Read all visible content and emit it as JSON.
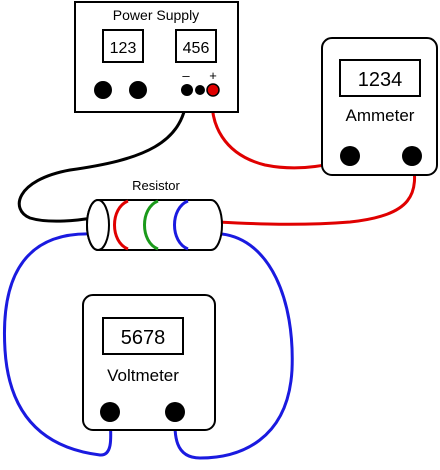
{
  "power_supply": {
    "title": "Power Supply",
    "display_left": "123",
    "display_right": "456",
    "minus_label": "–",
    "plus_label": "+"
  },
  "ammeter": {
    "reading": "1234",
    "label": "Ammeter"
  },
  "voltmeter": {
    "reading": "5678",
    "label": "Voltmeter"
  },
  "resistor": {
    "label": "Resistor",
    "bands": [
      "#e00000",
      "#1a9a1a",
      "#1a1ae0"
    ]
  },
  "colors": {
    "black_wire": "#000000",
    "red_wire": "#e00000",
    "blue_wire": "#1a1ae0",
    "plus_terminal": "#e00000"
  }
}
